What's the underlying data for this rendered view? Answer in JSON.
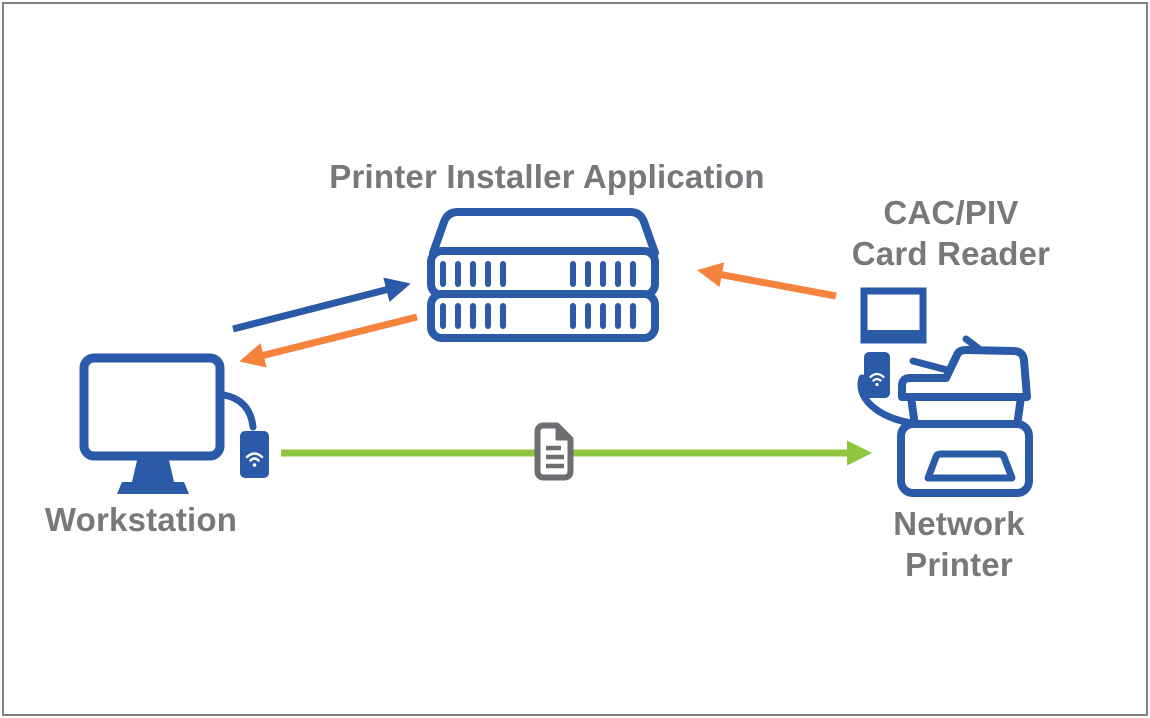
{
  "labels": {
    "server": "Printer Installer Application",
    "card_reader": "CAC/PIV\nCard Reader",
    "workstation": "Workstation",
    "printer": "Network Printer"
  },
  "colors": {
    "blue": "#2b5aa8",
    "orange": "#f5833d",
    "green": "#8ec63f",
    "text_gray": "#77787b",
    "document_gray": "#6d6e71",
    "border_gray": "#808285"
  },
  "icons": {
    "server": "server-stack-icon",
    "workstation": "monitor-icon",
    "workstation_dongle": "usb-wifi-dongle-icon",
    "card_reader": "card-reader-icon",
    "card_reader_dongle": "usb-wifi-dongle-icon",
    "printer": "multifunction-printer-icon",
    "document": "document-icon"
  },
  "arrows": [
    {
      "name": "workstation-to-server",
      "color": "blue"
    },
    {
      "name": "server-to-workstation",
      "color": "orange"
    },
    {
      "name": "card-reader-to-server",
      "color": "orange"
    },
    {
      "name": "workstation-to-printer",
      "color": "green"
    }
  ]
}
